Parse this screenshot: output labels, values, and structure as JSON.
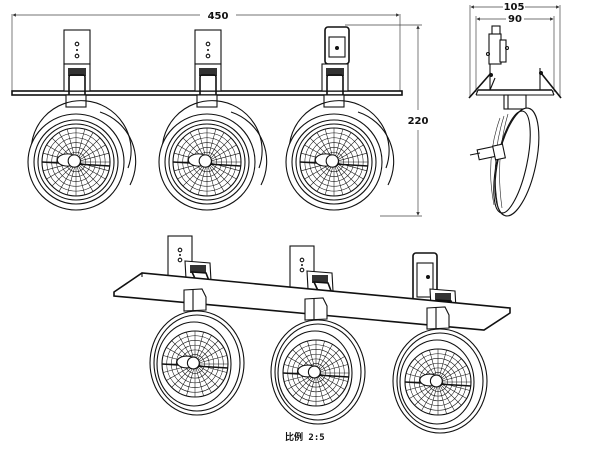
{
  "drawing": {
    "title": "Triple gimbal recessed downlight - technical drawing",
    "views": {
      "front": {
        "luminaire_count": 3
      },
      "side": {
        "luminaire_count": 1
      },
      "perspective": {
        "luminaire_count": 3
      }
    },
    "dimensions": {
      "overall_length": "450",
      "height": "220",
      "outer_width": "105",
      "cutout_width": "90"
    },
    "scale_label": "比例 2:5",
    "colors": {
      "line": "#111111",
      "background": "#ffffff"
    }
  }
}
